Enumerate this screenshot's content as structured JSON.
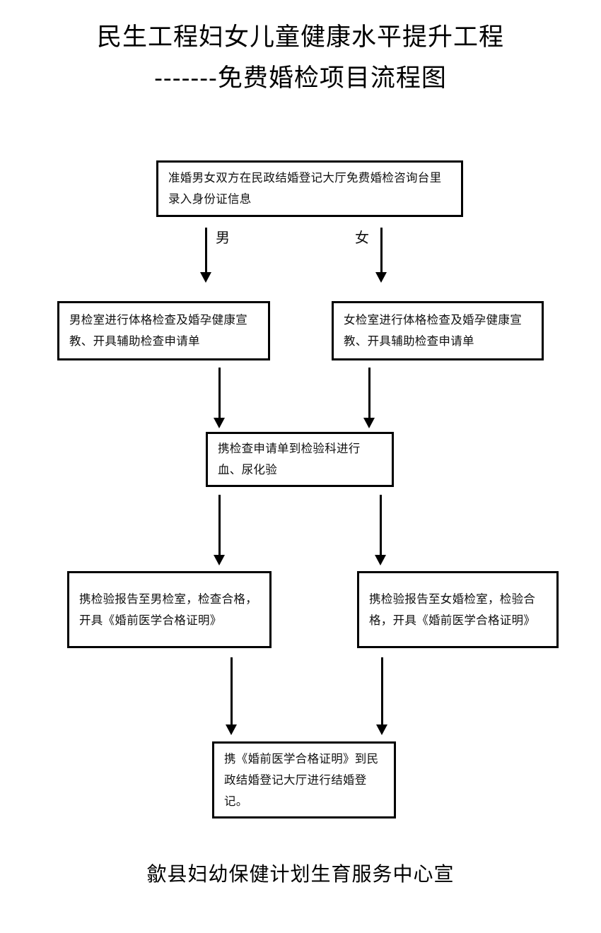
{
  "document": {
    "title_line1": "民生工程妇女儿童健康水平提升工程",
    "title_line2": "-------免费婚检项目流程图",
    "footer": "歙县妇幼保健计划生育服务中心宣"
  },
  "flow": {
    "type": "flowchart",
    "orientation": "top-to-bottom",
    "nodes": [
      {
        "id": "n1",
        "text": "准婚男女双方在民政结婚登记大厅免费婚检咨询台里录入身份证信息"
      },
      {
        "id": "n2-male",
        "text": "男检室进行体格检查及婚孕健康宣教、开具辅助检查申请单"
      },
      {
        "id": "n2-female",
        "text": "女检室进行体格检查及婚孕健康宣教、开具辅助检查申请单"
      },
      {
        "id": "n3",
        "text": "携检查申请单到检验科进行血、尿化验"
      },
      {
        "id": "n4-male",
        "text": "携检验报告至男检室，检查合格，开具《婚前医学合格证明》"
      },
      {
        "id": "n4-female",
        "text": "携检验报告至女婚检室，检验合格，开具《婚前医学合格证明》"
      },
      {
        "id": "n5",
        "text": "携《婚前医学合格证明》到民政结婚登记大厅进行结婚登记。"
      }
    ],
    "branch_labels": {
      "male": "男",
      "female": "女"
    },
    "edges": [
      {
        "from": "n1",
        "to": "n2-male",
        "label": "男"
      },
      {
        "from": "n1",
        "to": "n2-female",
        "label": "女"
      },
      {
        "from": "n2-male",
        "to": "n3",
        "label": ""
      },
      {
        "from": "n2-female",
        "to": "n3",
        "label": ""
      },
      {
        "from": "n3",
        "to": "n4-male",
        "label": ""
      },
      {
        "from": "n3",
        "to": "n4-female",
        "label": ""
      },
      {
        "from": "n4-male",
        "to": "n5",
        "label": ""
      },
      {
        "from": "n4-female",
        "to": "n5",
        "label": ""
      }
    ]
  },
  "colors": {
    "background": "#ffffff",
    "stroke": "#000000",
    "text": "#111111"
  }
}
